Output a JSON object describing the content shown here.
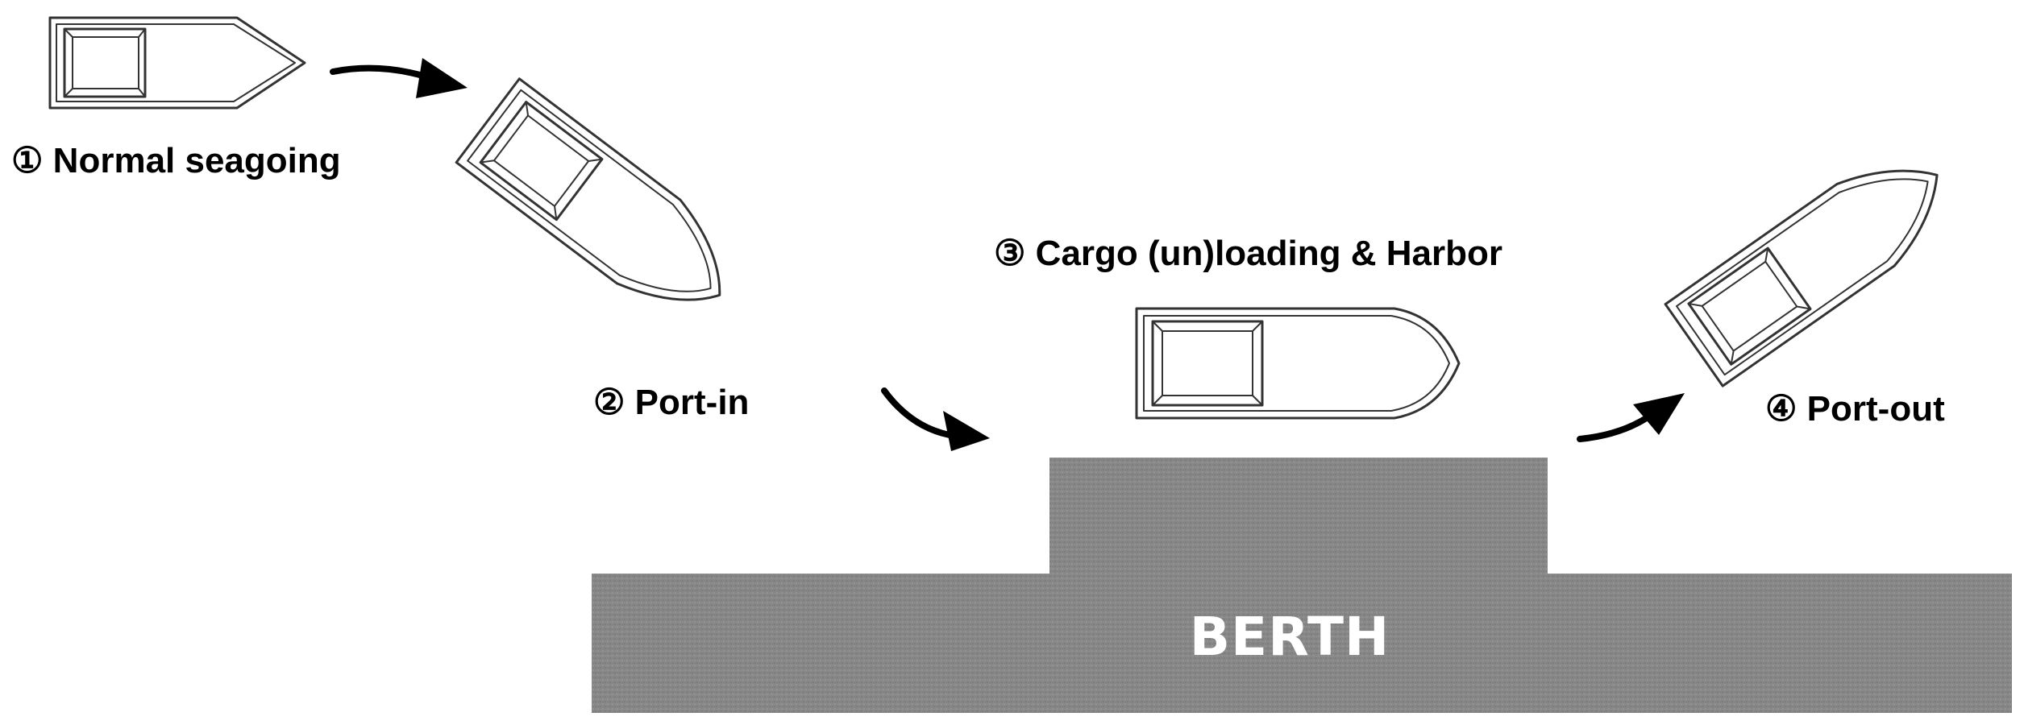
{
  "stages": [
    {
      "id": "normal-seagoing",
      "label": "① Normal seagoing"
    },
    {
      "id": "port-in",
      "label": "② Port-in"
    },
    {
      "id": "cargo-harbor",
      "label": "③ Cargo (un)loading & Harbor"
    },
    {
      "id": "port-out",
      "label": "④ Port-out"
    }
  ],
  "berth": {
    "label": "BERTH",
    "color": "#888888"
  },
  "colors": {
    "ship_outline": "#333333",
    "arrow": "#000000",
    "label_text": "#000000",
    "berth_text": "#ffffff"
  }
}
